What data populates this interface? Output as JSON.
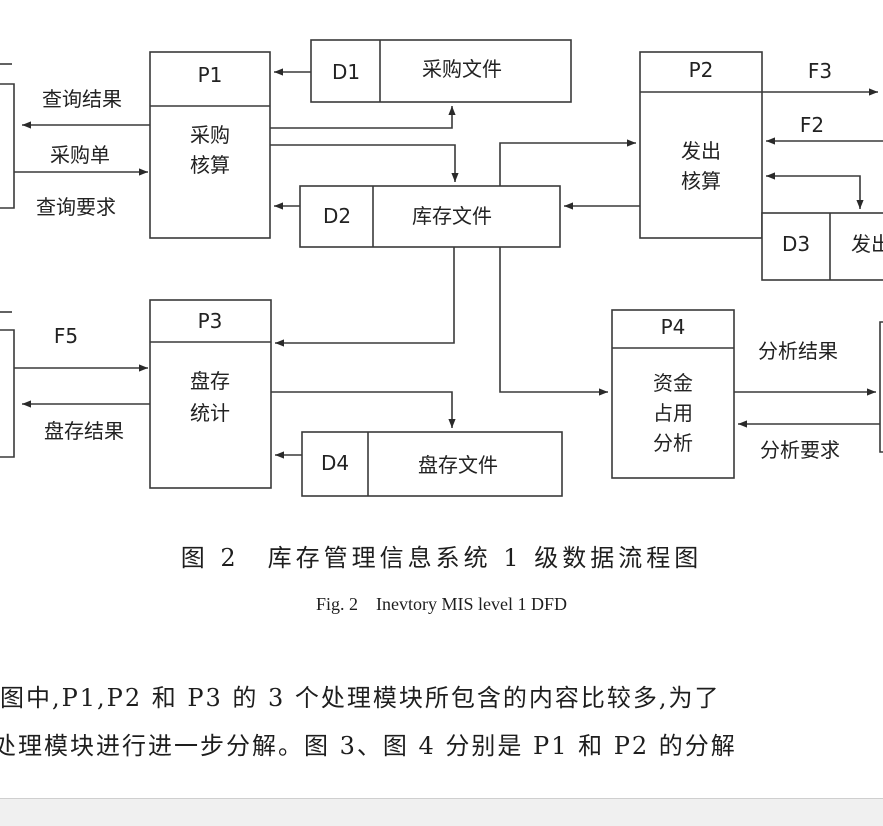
{
  "diagram": {
    "p1": {
      "id": "P1",
      "name_l1": "采购",
      "name_l2": "核算"
    },
    "p2": {
      "id": "P2",
      "name_l1": "发出",
      "name_l2": "核算"
    },
    "p3": {
      "id": "P3",
      "name_l1": "盘存",
      "name_l2": "统计"
    },
    "p4": {
      "id": "P4",
      "name_l1": "资金",
      "name_l2": "占用",
      "name_l3": "分析"
    },
    "d1": {
      "id": "D1",
      "name": "采购文件"
    },
    "d2": {
      "id": "D2",
      "name": "库存文件"
    },
    "d3": {
      "id": "D3",
      "name": "发出"
    },
    "d4": {
      "id": "D4",
      "name": "盘存文件"
    },
    "flows": {
      "query_result": "查询结果",
      "purchase_order": "采购单",
      "query_request": "查询要求",
      "f2": "F2",
      "f3": "F3",
      "f5": "F5",
      "inventory_result": "盘存结果",
      "analysis_result": "分析结果",
      "analysis_request": "分析要求"
    }
  },
  "caption": {
    "cn": "图 2　库存管理信息系统 1 级数据流程图",
    "en": "Fig. 2　Inevtory MIS level 1 DFD"
  },
  "body_text": {
    "line1": "图中,P1,P2 和 P3 的 3 个处理模块所包含的内容比较多,为了",
    "line2": "处理模块进行进一步分解。图 3、图 4 分别是 P1 和 P2 的分解"
  }
}
